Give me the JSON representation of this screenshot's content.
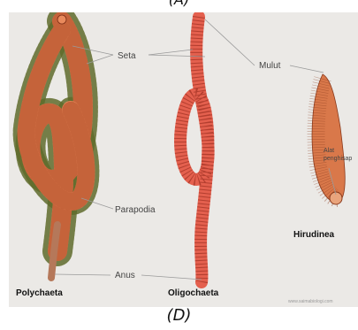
{
  "top_label": "(A)",
  "caption": "(D)",
  "labels": {
    "seta": "Seta",
    "parapodia": "Parapodia",
    "anus": "Anus",
    "mulut": "Mulut",
    "alat_line1": "Alat",
    "alat_line2": "penghisap"
  },
  "names": {
    "polychaeta": "Polychaeta",
    "oligochaeta": "Oligochaeta",
    "hirudinea": "Hirudinea"
  },
  "watermark": "www.saimabiologi.com",
  "colors": {
    "background": "#ebe9e6",
    "polychaeta": "#e98a5c",
    "oligochaeta": "#e4604e",
    "hirudinea": "#d9784a",
    "parapodia": "#5f6b2c",
    "leader": "#9a9a9a"
  }
}
